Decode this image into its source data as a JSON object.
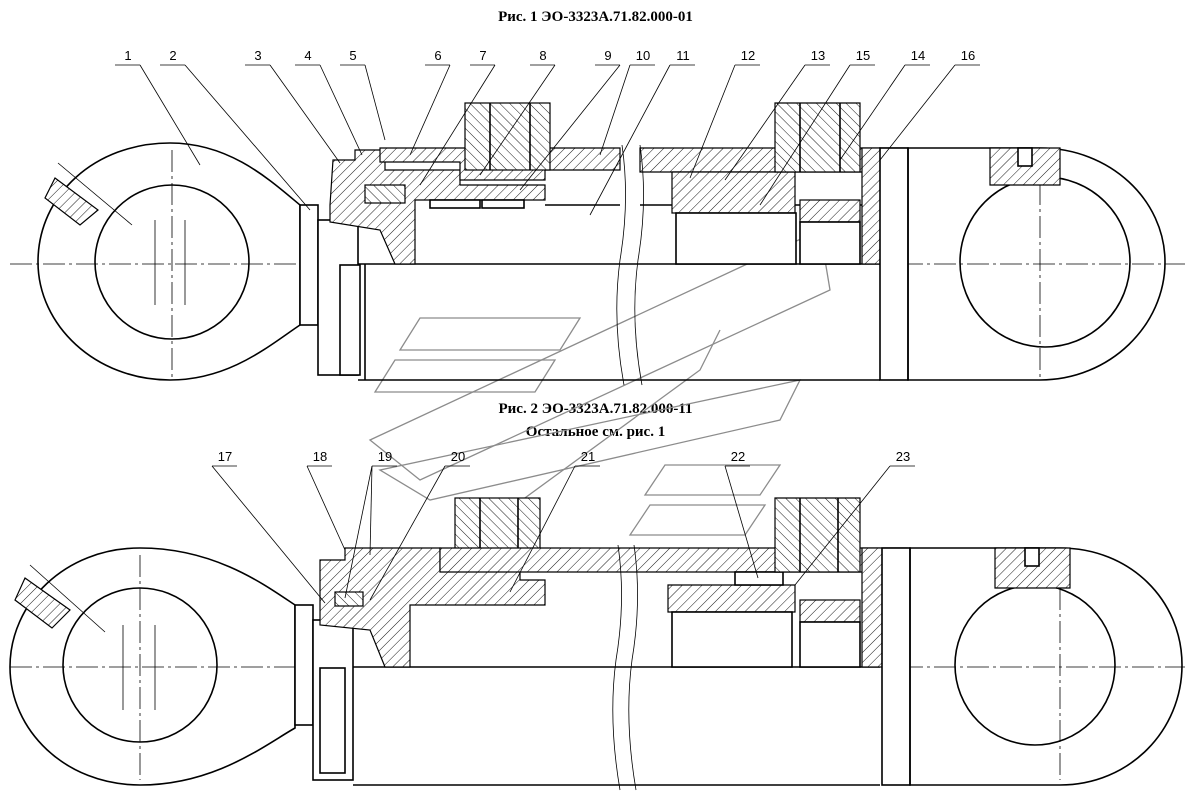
{
  "captions": {
    "fig1": "Рис. 1  ЭО-3323А.71.82.000-01",
    "fig2": "Рис. 2  ЭО-3323А.71.82.000-11",
    "fig2_note": "Остальное см. рис. 1"
  },
  "fig1_callouts": [
    "1",
    "2",
    "3",
    "4",
    "5",
    "6",
    "7",
    "8",
    "9",
    "10",
    "11",
    "12",
    "13",
    "15",
    "14",
    "16"
  ],
  "fig2_callouts": [
    "17",
    "18",
    "19",
    "20",
    "21",
    "22",
    "23"
  ]
}
